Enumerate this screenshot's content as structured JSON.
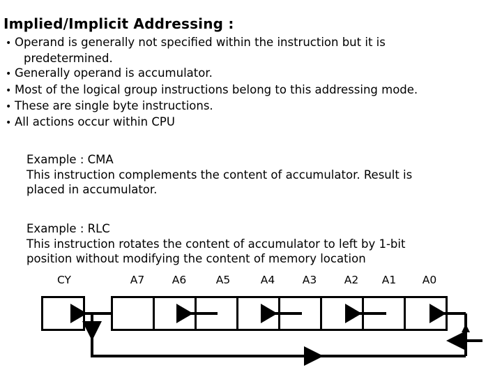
{
  "slide": {
    "title": "Implied/Implicit Addressing :",
    "bullet_mark": "•",
    "bullets": [
      {
        "text": "Operand is generally not specified within the instruction but it is",
        "cont": "predetermined."
      },
      {
        "text": "Generally operand is accumulator.",
        "cont": ""
      },
      {
        "text": "Most of the logical group instructions belong to this addressing mode.",
        "cont": ""
      },
      {
        "text": "These are single byte instructions.",
        "cont": ""
      },
      {
        "text": "All actions occur within CPU",
        "cont": ""
      }
    ],
    "examples": [
      {
        "heading": "Example : CMA",
        "line1": "This instruction complements the content of accumulator. Result is",
        "line2": "placed in accumulator."
      },
      {
        "heading": "Example : RLC",
        "line1": "This instruction rotates the content of accumulator to left by 1-bit",
        "line2": "position without modifying the content of memory location"
      }
    ],
    "diagram": {
      "carry_label": "CY",
      "bit_labels": [
        "A7",
        "A6",
        "A5",
        "A4",
        "A3",
        "A2",
        "A1",
        "A0"
      ],
      "stroke_color": "#000000"
    }
  }
}
